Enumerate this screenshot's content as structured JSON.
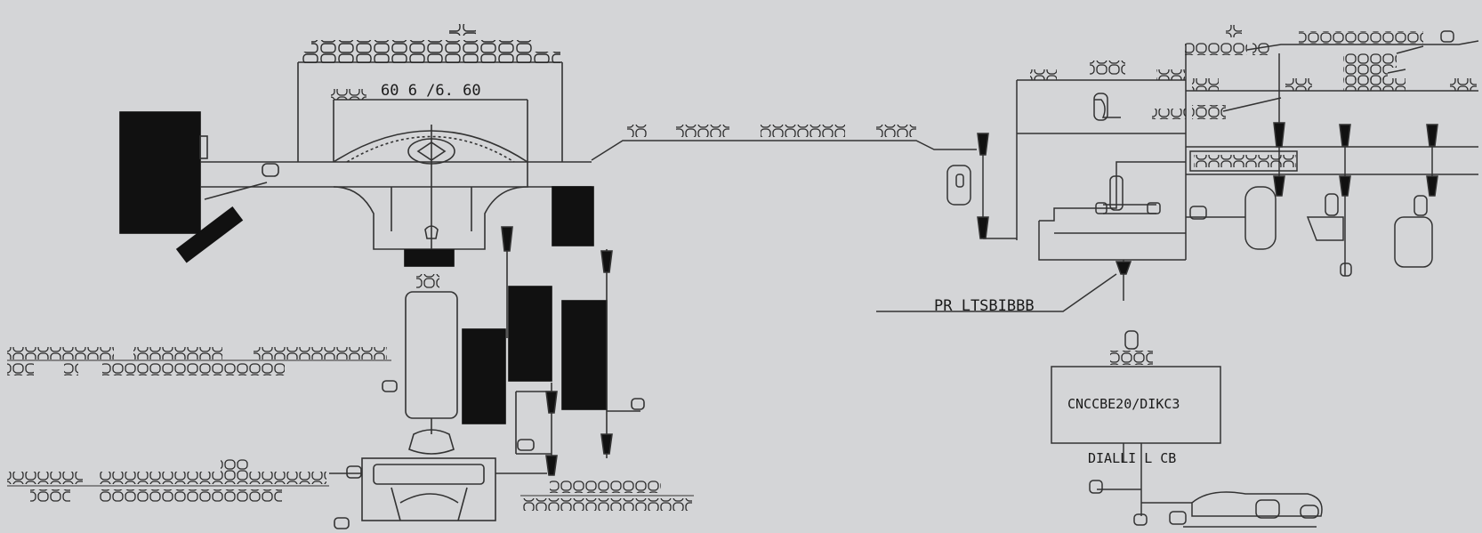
{
  "diagram": {
    "labels": {
      "top_dims": "60   6   /6. 60",
      "pr_label": "PR LTSBIBBB",
      "box_label": "CNCCBE20/DIKC3",
      "below_box": "DIALLI L CB"
    },
    "colors": {
      "background": "#d4d5d7",
      "ink": "#111111",
      "line": "#333333"
    }
  }
}
